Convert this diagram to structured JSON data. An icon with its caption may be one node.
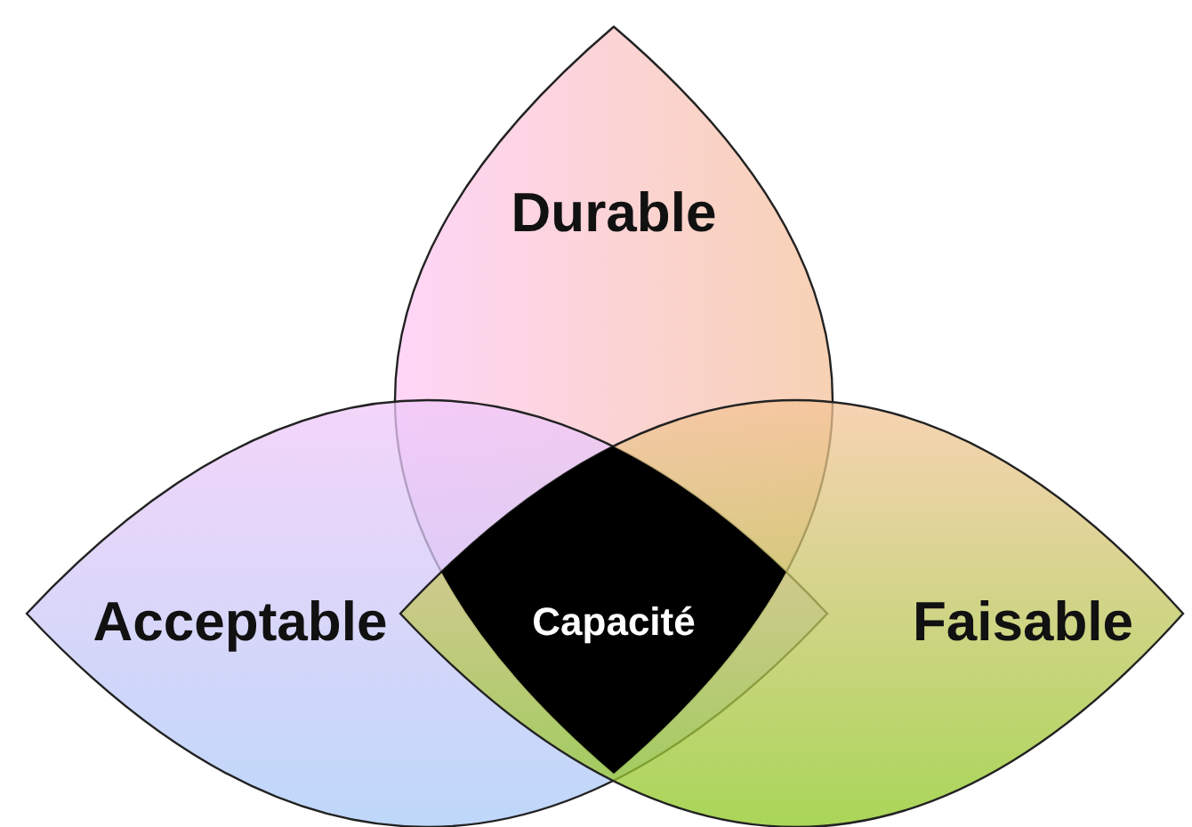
{
  "diagram": {
    "nodes": [
      {
        "text": [
          "Durable"
        ]
      },
      {
        "text": [
          "Acceptable"
        ]
      },
      {
        "text": [
          "Faisable"
        ]
      },
      {
        "text": [
          "Capacité"
        ]
      }
    ],
    "edges": []
  }
}
